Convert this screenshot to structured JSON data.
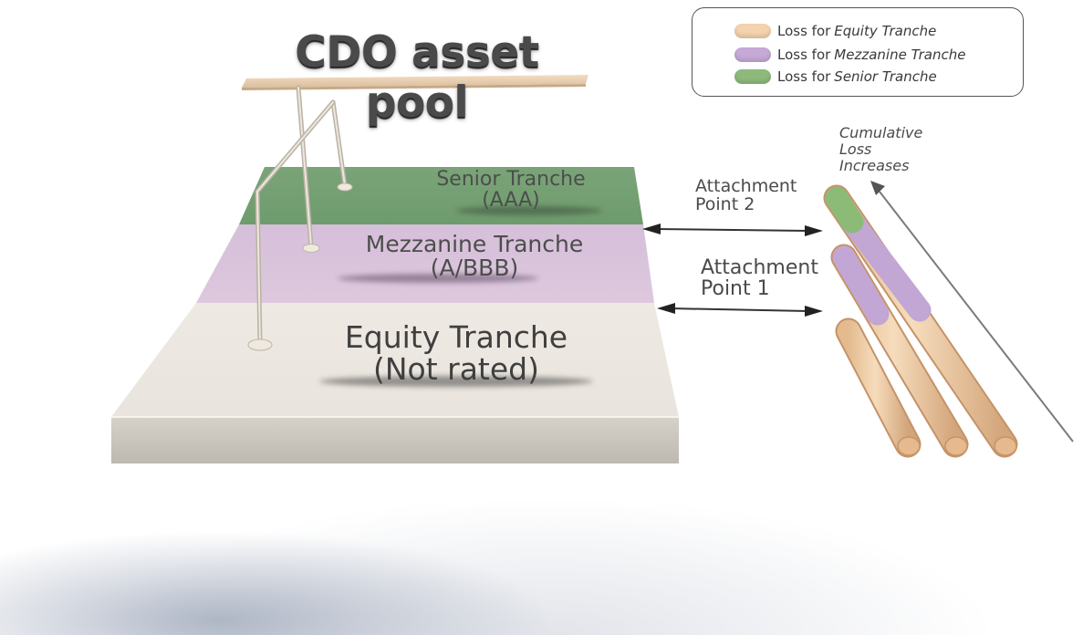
{
  "title": "CDO asset pool",
  "tranches": {
    "senior": {
      "name": "Senior Tranche",
      "rating": "(AAA)",
      "color": "#6f9c6c"
    },
    "mezzanine": {
      "name": "Mezzanine Tranche",
      "rating": "(A/BBB)",
      "color": "#d8c4dc"
    },
    "equity": {
      "name": "Equity Tranche",
      "rating": "(Not rated)",
      "color": "#efebe4"
    }
  },
  "attachment_points": {
    "point1": [
      "Attachment",
      "Point 1"
    ],
    "point2": [
      "Attachment",
      "Point 2"
    ]
  },
  "cumulative_loss": [
    "Cumulative",
    "Loss",
    "Increases"
  ],
  "legend": {
    "items": [
      {
        "prefix": "Loss for",
        "tranche": "Equity Tranche",
        "color": "#f3d2ad"
      },
      {
        "prefix": "Loss for",
        "tranche": "Mezzanine Tranche",
        "color": "#c6a9d6"
      },
      {
        "prefix": "Loss for",
        "tranche": "Senior Tranche",
        "color": "#8dba7c"
      }
    ]
  }
}
